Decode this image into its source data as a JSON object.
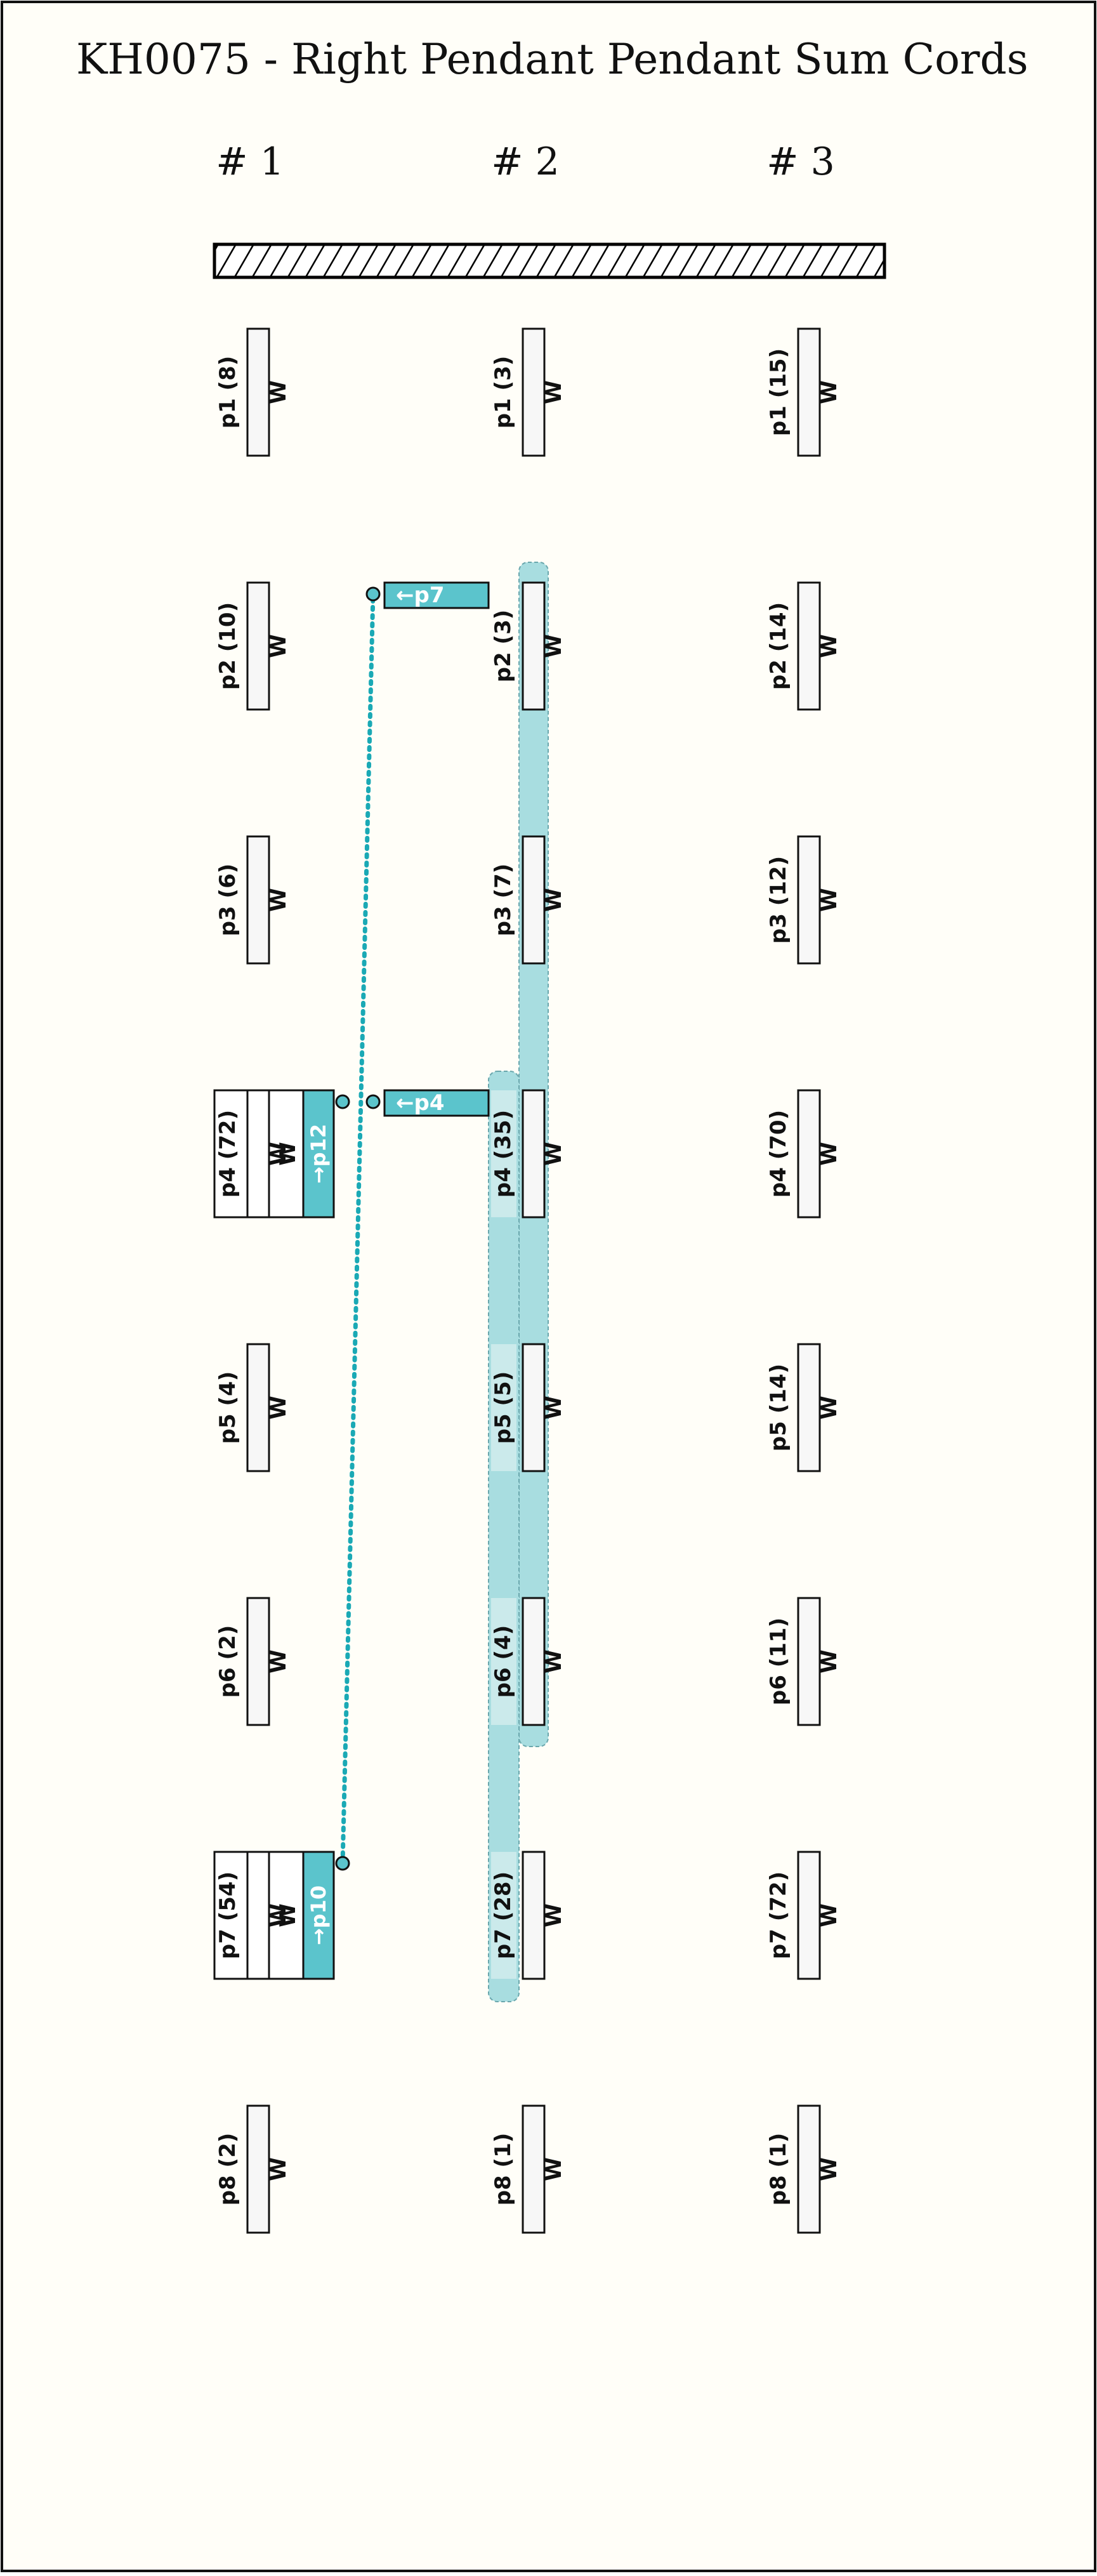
{
  "title": "KH0075 - Right Pendant Pendant Sum Cords",
  "colors": {
    "background": "#fffef8",
    "border": "#111111",
    "cord_fill": "#f7f7f7",
    "accent": "#5bc4cc",
    "band_fill": "#a8dde0",
    "band_light": "#cbeaeb",
    "link": "#1aa9b5",
    "hatch": "#000000"
  },
  "groups": [
    {
      "label": "# 1"
    },
    {
      "label": "# 2"
    },
    {
      "label": "# 3"
    }
  ],
  "cords": [
    [
      {
        "label": "p1 (8)",
        "color_code": "W"
      },
      {
        "label": "p2 (10)",
        "color_code": "W"
      },
      {
        "label": "p3 (6)",
        "color_code": "W"
      },
      {
        "label": "p4 (72)",
        "color_code": "W",
        "extra_color_code": "W",
        "sum_tag": "→p12"
      },
      {
        "label": "p5 (4)",
        "color_code": "W"
      },
      {
        "label": "p6 (2)",
        "color_code": "W"
      },
      {
        "label": "p7 (54)",
        "color_code": "W",
        "extra_color_code": "W",
        "sum_tag": "→p10"
      },
      {
        "label": "p8 (2)",
        "color_code": "W"
      }
    ],
    [
      {
        "label": "p1 (3)",
        "color_code": "W"
      },
      {
        "label": "p2 (3)",
        "color_code": "W"
      },
      {
        "label": "p3 (7)",
        "color_code": "W"
      },
      {
        "label": "p4 (35)",
        "color_code": "W"
      },
      {
        "label": "p5 (5)",
        "color_code": "W"
      },
      {
        "label": "p6 (4)",
        "color_code": "W"
      },
      {
        "label": "p7 (28)",
        "color_code": "W"
      },
      {
        "label": "p8 (1)",
        "color_code": "W"
      }
    ],
    [
      {
        "label": "p1 (15)",
        "color_code": "W"
      },
      {
        "label": "p2 (14)",
        "color_code": "W"
      },
      {
        "label": "p3 (12)",
        "color_code": "W"
      },
      {
        "label": "p4 (70)",
        "color_code": "W"
      },
      {
        "label": "p5 (14)",
        "color_code": "W"
      },
      {
        "label": "p6 (11)",
        "color_code": "W"
      },
      {
        "label": "p7 (72)",
        "color_code": "W"
      },
      {
        "label": "p8 (1)",
        "color_code": "W"
      }
    ]
  ],
  "sum_links": [
    {
      "tag": "←p7",
      "from_cord": "g1 p7",
      "to_cord": "g2 p2"
    },
    {
      "tag": "←p4",
      "from_cord": "g1 p4",
      "to_cord": "g2 p4"
    }
  ]
}
